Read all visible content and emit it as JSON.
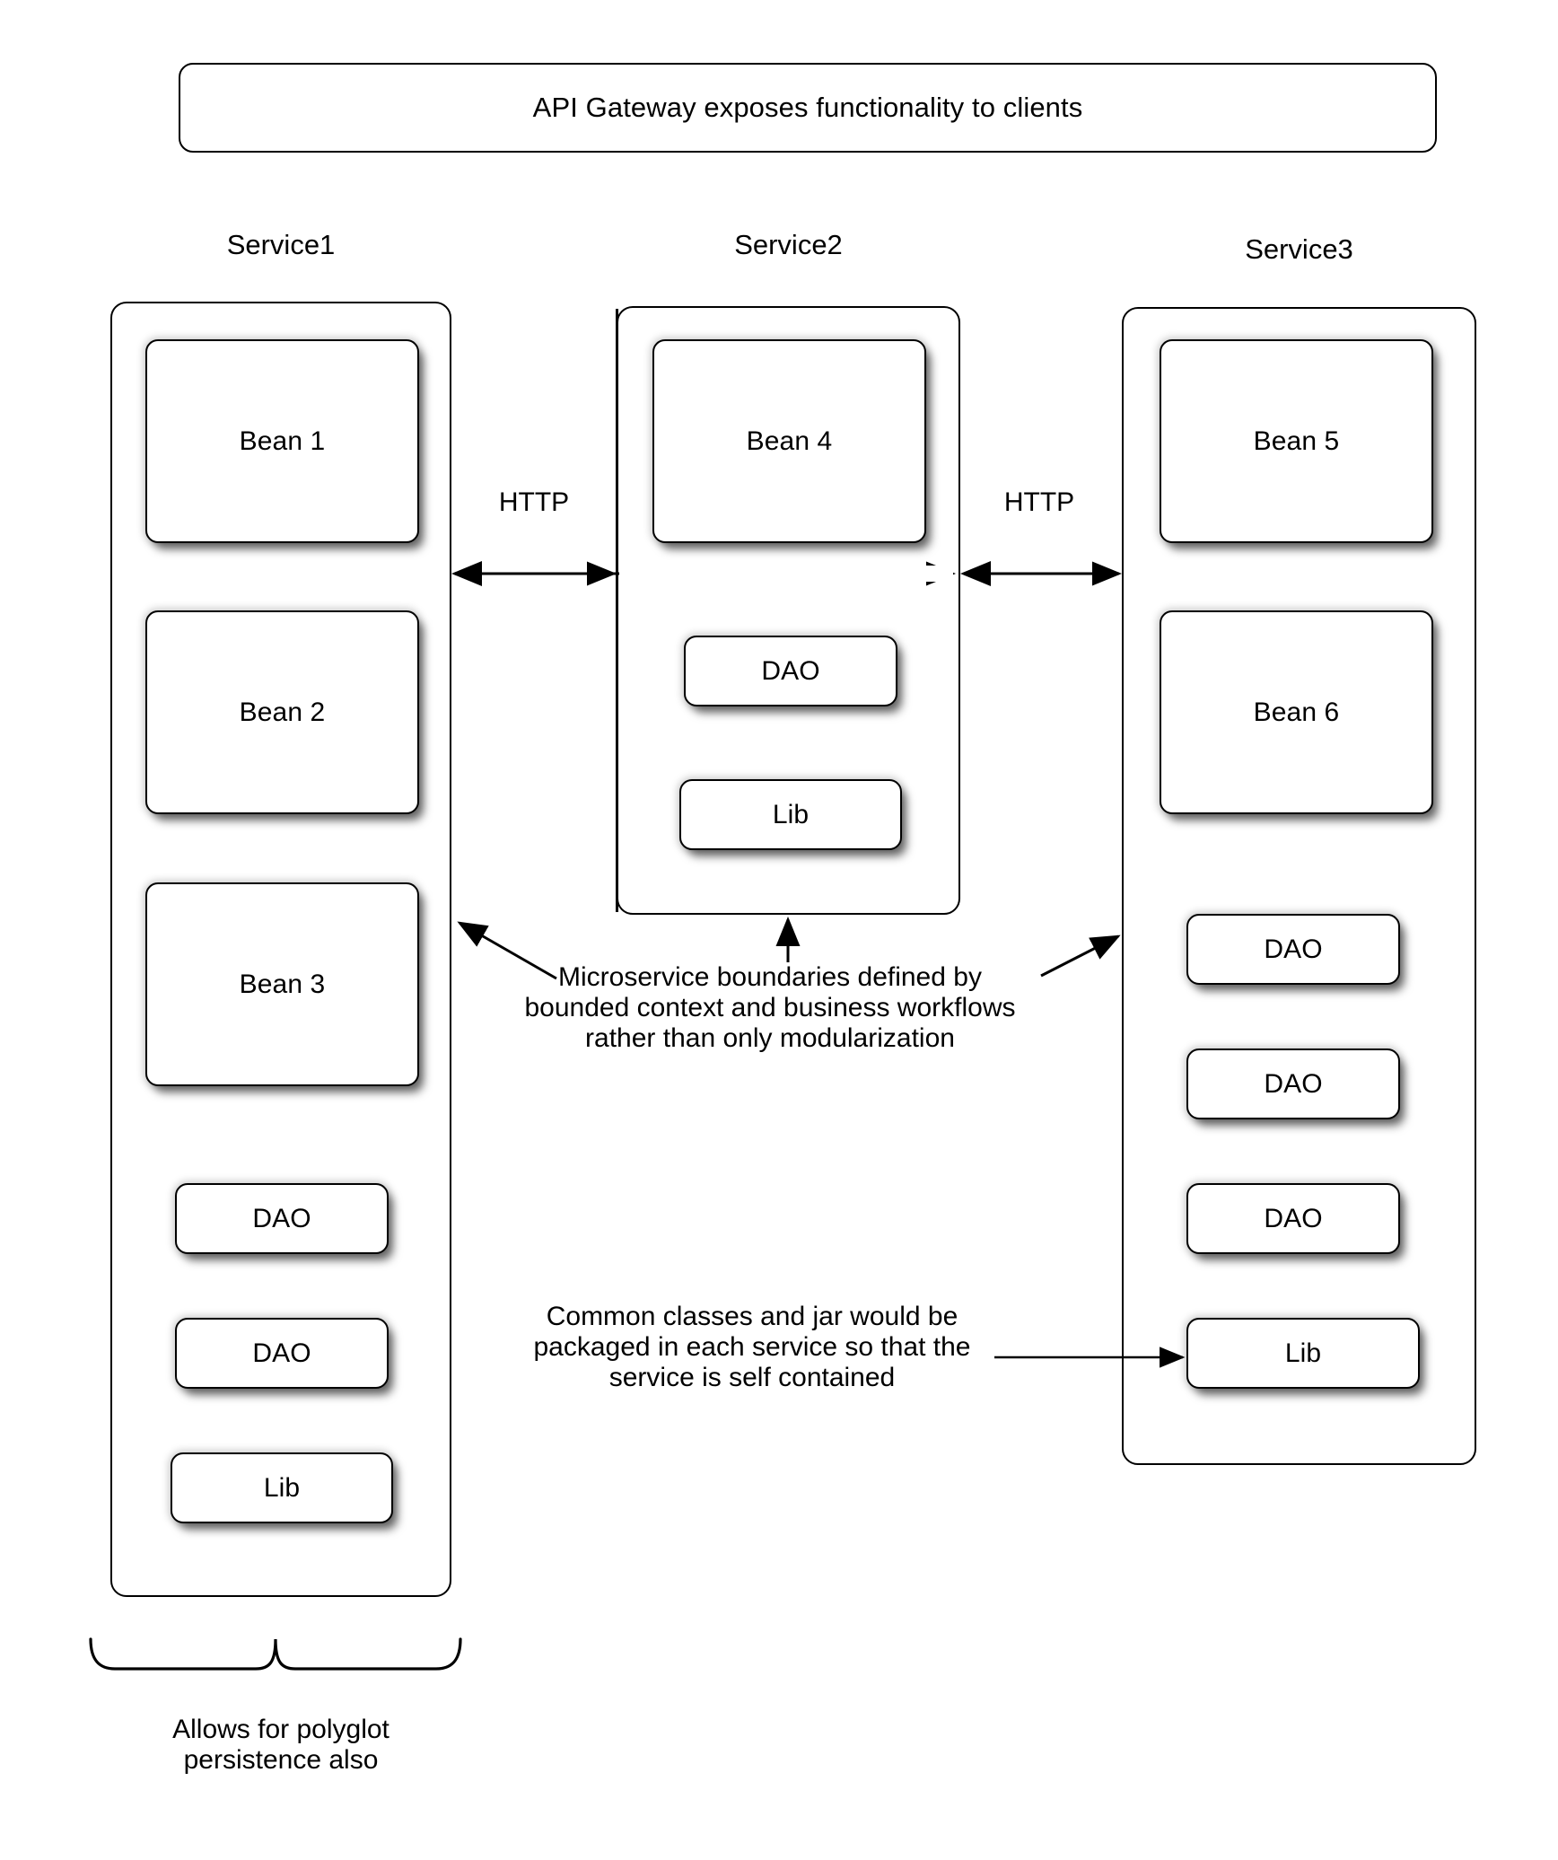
{
  "diagram": {
    "title_banner": "API Gateway exposes functionality to clients",
    "services": [
      {
        "name": "Service1",
        "components": [
          {
            "label": "Bean 1",
            "kind": "bean"
          },
          {
            "label": "Bean 2",
            "kind": "bean"
          },
          {
            "label": "Bean 3",
            "kind": "bean"
          },
          {
            "label": "DAO",
            "kind": "dao"
          },
          {
            "label": "DAO",
            "kind": "dao"
          },
          {
            "label": "Lib",
            "kind": "lib"
          }
        ]
      },
      {
        "name": "Service2",
        "components": [
          {
            "label": "Bean 4",
            "kind": "bean"
          },
          {
            "label": "DAO",
            "kind": "dao"
          },
          {
            "label": "Lib",
            "kind": "lib"
          }
        ]
      },
      {
        "name": "Service3",
        "components": [
          {
            "label": "Bean 5",
            "kind": "bean"
          },
          {
            "label": "Bean 6",
            "kind": "bean"
          },
          {
            "label": "DAO",
            "kind": "dao"
          },
          {
            "label": "DAO",
            "kind": "dao"
          },
          {
            "label": "DAO",
            "kind": "dao"
          },
          {
            "label": "Lib",
            "kind": "lib"
          }
        ]
      }
    ],
    "connectors": [
      {
        "label": "HTTP",
        "from": "Service1",
        "to": "Service2"
      },
      {
        "label": "HTTP",
        "from": "Service2",
        "to": "Service3"
      }
    ],
    "annotations": {
      "boundaries": "Microservice boundaries defined by\nbounded context and business workflows\nrather than only modularization",
      "common_classes": "Common classes and jar would be\npackaged in each service so that the\nservice is self contained",
      "polyglot": "Allows for polyglot\npersistence also"
    },
    "colors": {
      "stroke": "#000000",
      "fill": "#ffffff",
      "text": "#000000"
    }
  }
}
